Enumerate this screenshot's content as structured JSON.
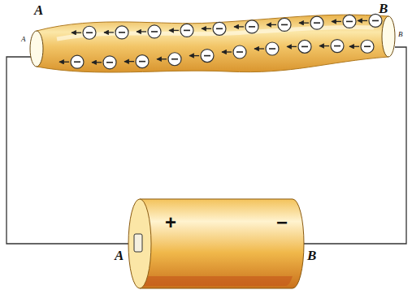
{
  "diagram": {
    "labels": [
      "A",
      "B",
      "A",
      "B",
      "A",
      "+",
      "−",
      "B"
    ]
  }
}
